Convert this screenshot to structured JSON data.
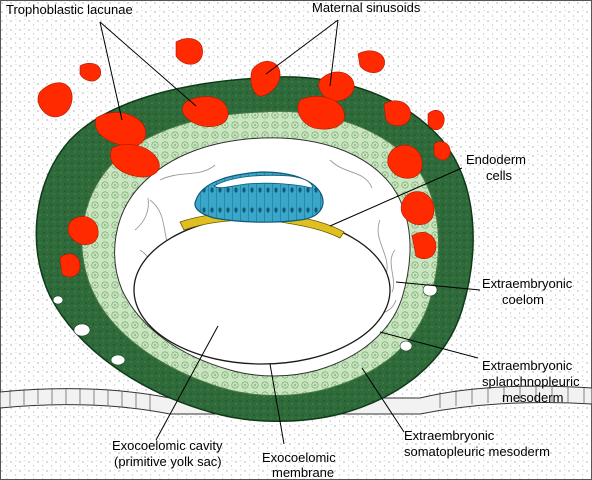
{
  "labels": {
    "trophoblastic_lacunae": "Trophoblastic lacunae",
    "maternal_sinusoids": "Maternal sinusoids",
    "endoderm_cells_1": "Endoderm",
    "endoderm_cells_2": "cells",
    "extraembryonic_coelom_1": "Extraembryonic",
    "extraembryonic_coelom_2": "coelom",
    "splanchnopleuric_1": "Extraembryonic",
    "splanchnopleuric_2": "splanchnopleuric",
    "splanchnopleuric_3": "mesoderm",
    "somatopleuric_1": "Extraembryonic",
    "somatopleuric_2": "somatopleuric mesoderm",
    "exocoelomic_cavity_1": "Exocoelomic cavity",
    "exocoelomic_cavity_2": "(primitive yolk sac)",
    "exocoelomic_membrane_1": "Exocoelomic",
    "exocoelomic_membrane_2": "membrane"
  },
  "colors": {
    "trophoblast_green": "#2f6b3a",
    "mesoderm_light_green": "#c9e6c0",
    "maternal_red": "#ff2a00",
    "epiblast_blue": "#3aa6c9",
    "hypoblast_yellow": "#e0c020",
    "stroma_dots": "#bdbdbd"
  }
}
